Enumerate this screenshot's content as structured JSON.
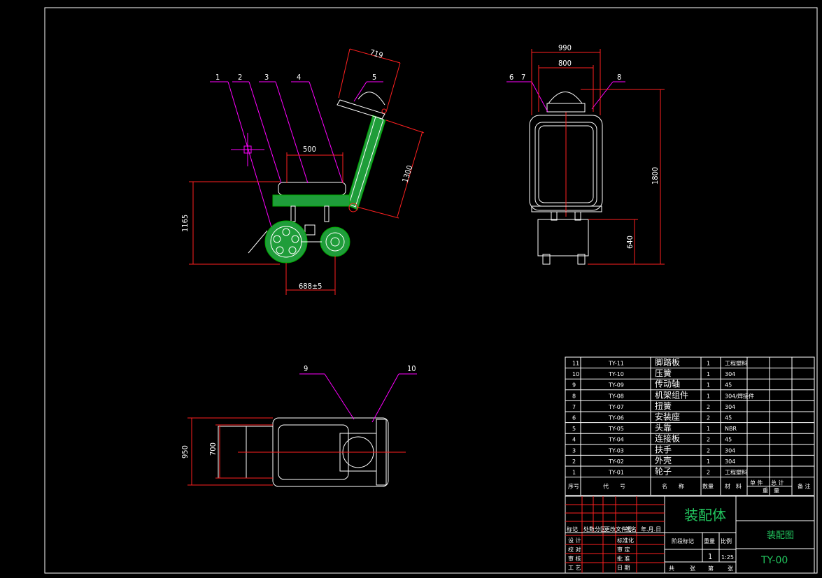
{
  "side_view": {
    "dims": {
      "top_width": "719",
      "seat_len": "500",
      "height": "1165",
      "back_len": "1300",
      "wheelbase": "688±5"
    },
    "balloons": [
      "1",
      "2",
      "3",
      "4",
      "5"
    ]
  },
  "front_view": {
    "dims": {
      "outer_width": "990",
      "inner_width": "800",
      "total_height": "1800",
      "base_height": "640"
    },
    "balloons": [
      "6",
      "7",
      "8"
    ]
  },
  "top_view": {
    "dims": {
      "outer": "950",
      "inner": "700"
    },
    "balloons": [
      "9",
      "10"
    ]
  },
  "bom": {
    "rows": [
      {
        "no": "11",
        "code": "TY-11",
        "name": "脚踏板",
        "qty": "1",
        "material": "工程塑料"
      },
      {
        "no": "10",
        "code": "TY-10",
        "name": "压簧",
        "qty": "1",
        "material": "304"
      },
      {
        "no": "9",
        "code": "TY-09",
        "name": "传动轴",
        "qty": "1",
        "material": "45"
      },
      {
        "no": "8",
        "code": "TY-08",
        "name": "机架组件",
        "qty": "1",
        "material": "304/焊接件"
      },
      {
        "no": "7",
        "code": "TY-07",
        "name": "扭簧",
        "qty": "2",
        "material": "304"
      },
      {
        "no": "6",
        "code": "TY-06",
        "name": "安装座",
        "qty": "2",
        "material": "45"
      },
      {
        "no": "5",
        "code": "TY-05",
        "name": "头靠",
        "qty": "1",
        "material": "NBR"
      },
      {
        "no": "4",
        "code": "TY-04",
        "name": "连接板",
        "qty": "2",
        "material": "45"
      },
      {
        "no": "3",
        "code": "TY-03",
        "name": "扶手",
        "qty": "2",
        "material": "304"
      },
      {
        "no": "2",
        "code": "TY-02",
        "name": "外壳",
        "qty": "1",
        "material": "304"
      },
      {
        "no": "1",
        "code": "TY-01",
        "name": "轮子",
        "qty": "2",
        "material": "工程塑料"
      }
    ],
    "header": {
      "no": "序号",
      "code": "代　　号",
      "name": "名　　称",
      "qty": "数量",
      "material": "材　料",
      "unit": "单 件",
      "total": "总 计",
      "weight": "重　量",
      "remark": "备 注"
    }
  },
  "title_block": {
    "title": "装配体",
    "doc_type": "装配图",
    "drawing_no": "TY-00",
    "stage_label": "阶段标记",
    "weight_label": "重量",
    "scale_label": "比例",
    "qty": "1",
    "scale": "1:25",
    "rev_labels": [
      "标记",
      "处数",
      "分区",
      "更改文件号",
      "签名",
      "年.月.日"
    ],
    "sign_rows": [
      "设 计",
      "校 对",
      "审 核",
      "工 艺"
    ],
    "mid_labels": [
      "标准化",
      "审 定",
      "批 准",
      "日 期"
    ],
    "bottom_labels": [
      "共",
      "张",
      "第",
      "张"
    ]
  }
}
